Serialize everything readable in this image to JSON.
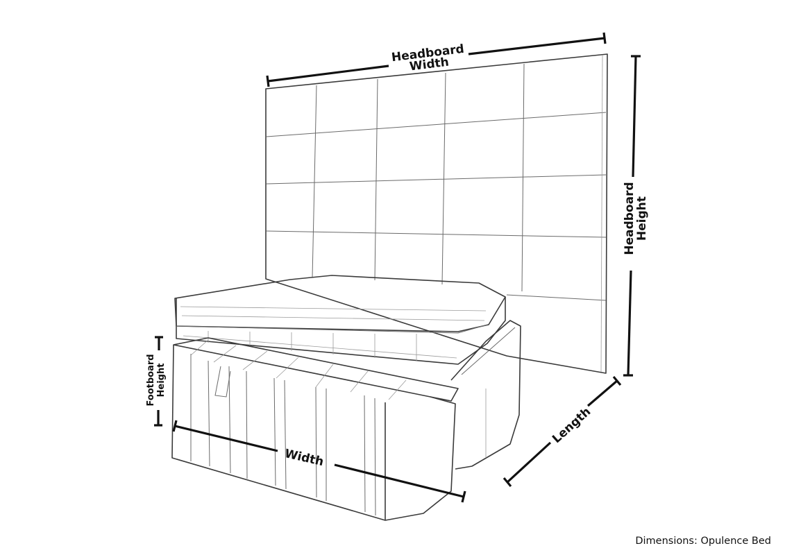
{
  "labels": {
    "headboard_width_line1": "Headboard",
    "headboard_width_line2": "Width",
    "headboard_height_line1": "Headboard",
    "headboard_height_line2": "Height",
    "footboard_height_line1": "Footboard",
    "footboard_height_line2": "Height",
    "width": "Width",
    "length": "Length"
  },
  "caption": "Dimensions: Opulence Bed",
  "colors": {
    "ink": "#111111",
    "background": "#ffffff",
    "sketch": "#3a3a3a"
  }
}
